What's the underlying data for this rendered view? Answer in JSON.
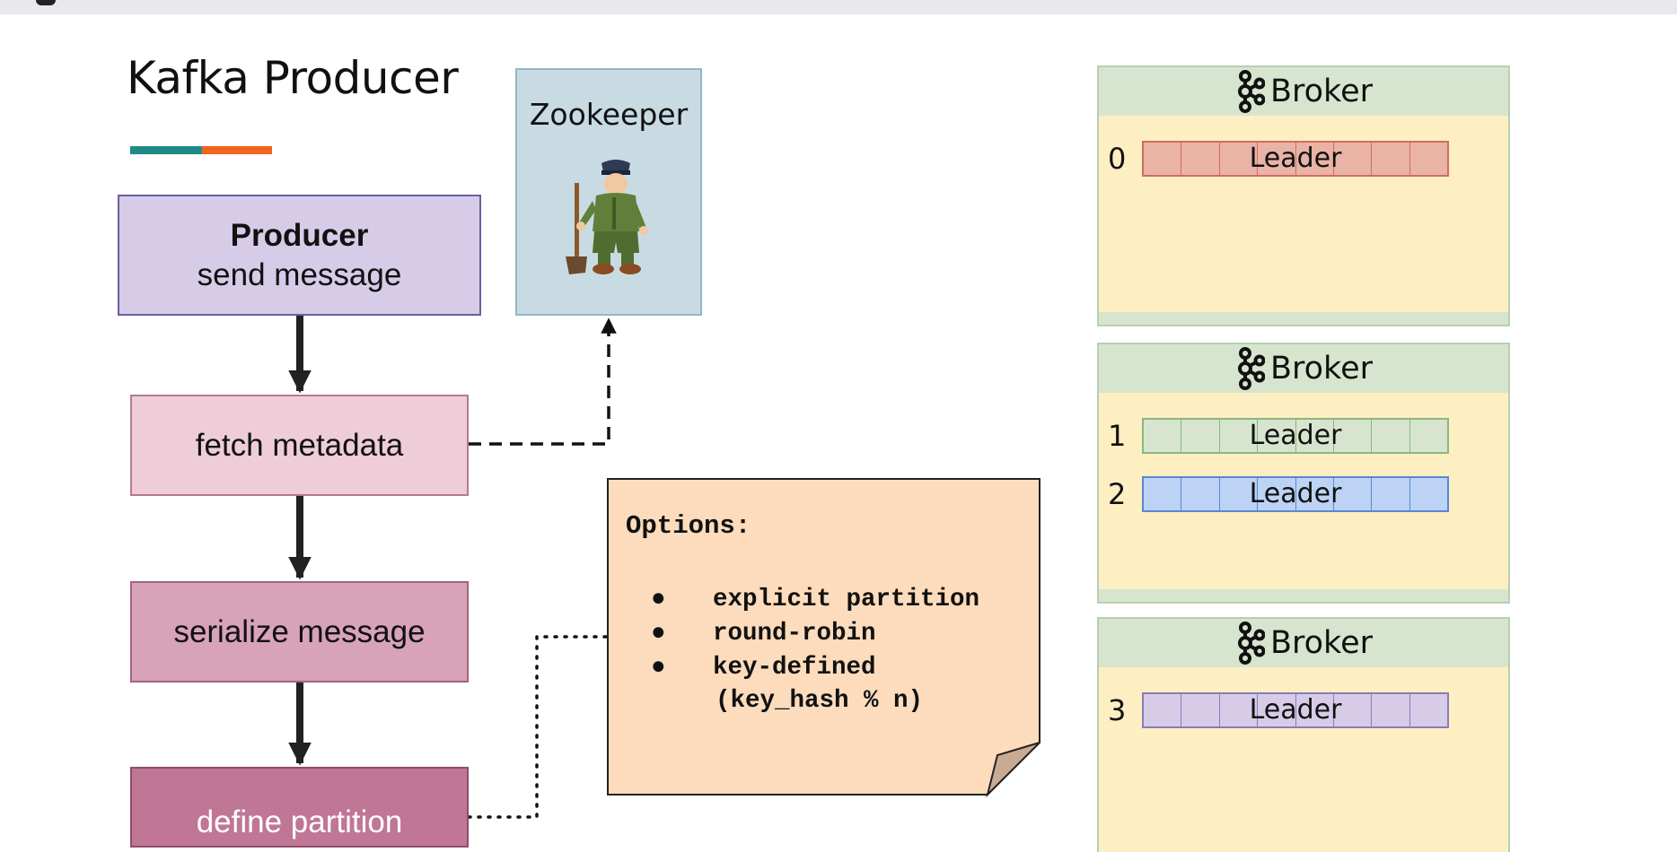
{
  "slide": {
    "title": "Kafka Producer",
    "colors": {
      "accent_teal": "#1f8a84",
      "accent_orange": "#f0641e"
    }
  },
  "flow": {
    "producer": {
      "title": "Producer",
      "subtitle": "send message"
    },
    "fetch": "fetch metadata",
    "serialize": "serialize message",
    "define": "define partition"
  },
  "zookeeper": {
    "label": "Zookeeper",
    "icon": "zookeeper-mascot"
  },
  "options": {
    "heading": "Options:",
    "items": [
      "explicit partition",
      "round-robin",
      "key-defined"
    ],
    "continuation": "(key_hash % n)"
  },
  "brokers": [
    {
      "label": "Broker",
      "icon": "kafka-logo-icon",
      "partitions": [
        {
          "id": "0",
          "label": "Leader",
          "color": "#e9b3a6",
          "border": "#d16d61"
        }
      ]
    },
    {
      "label": "Broker",
      "icon": "kafka-logo-icon",
      "partitions": [
        {
          "id": "1",
          "label": "Leader",
          "color": "#d7e5ce",
          "border": "#8ab681"
        },
        {
          "id": "2",
          "label": "Leader",
          "color": "#bcd3f5",
          "border": "#5b86d4"
        }
      ]
    },
    {
      "label": "Broker",
      "icon": "kafka-logo-icon",
      "partitions": [
        {
          "id": "3",
          "label": "Leader",
          "color": "#d6cce8",
          "border": "#8a7bb8"
        }
      ]
    }
  ]
}
